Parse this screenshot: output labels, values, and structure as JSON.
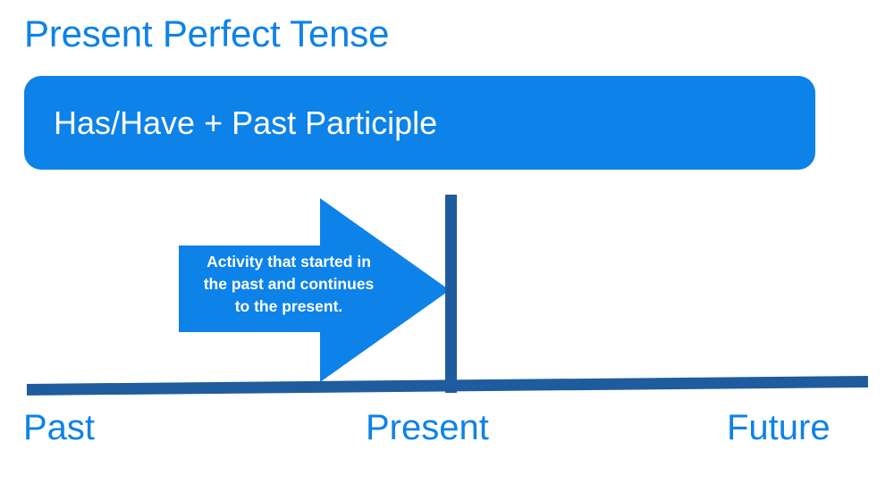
{
  "slide": {
    "title": "Present Perfect Tense",
    "background_color": "#ffffff"
  },
  "formula": {
    "text": "Has/Have + Past Participle",
    "box_color": "#0d82e8",
    "text_color": "#ffffff"
  },
  "arrow": {
    "label": "Activity that started in\nthe past and continues\nto the present.",
    "color": "#0d82e8",
    "direction": "right",
    "semantic": "right-arrow-icon"
  },
  "timeline": {
    "bar_color": "#1f5c9e",
    "tick_color": "#1f5c9e",
    "label_color": "#0d82e8",
    "labels": [
      {
        "text": "Past"
      },
      {
        "text": "Present"
      },
      {
        "text": "Future"
      }
    ]
  },
  "colors": {
    "accent_blue": "#0d82e8",
    "dark_blue": "#1f5c9e",
    "white": "#ffffff"
  }
}
